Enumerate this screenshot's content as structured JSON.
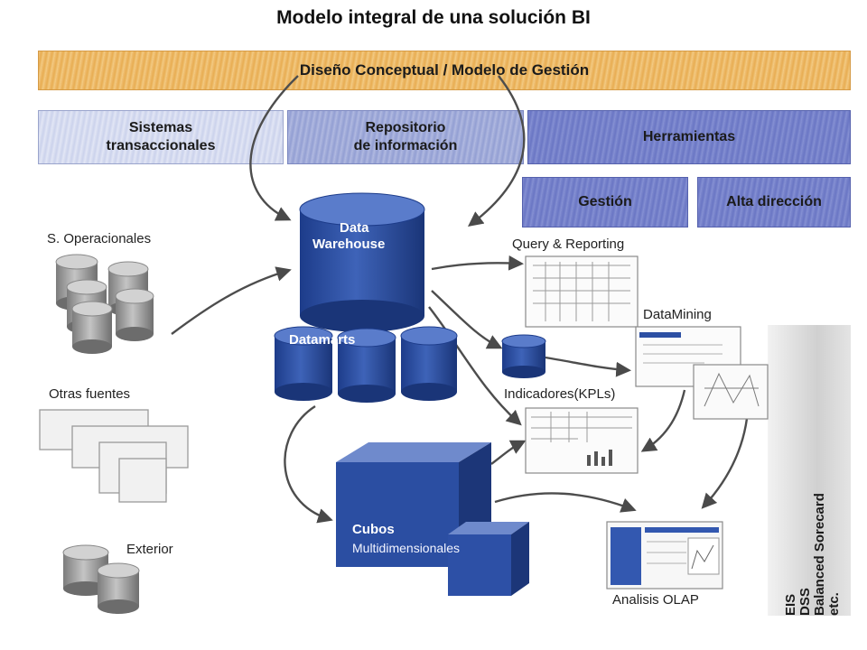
{
  "title": "Modelo integral de una solución BI",
  "bands": {
    "conceptual": "Diseño Conceptual / Modelo de Gestión",
    "sistemas": [
      "Sistemas",
      "transaccionales"
    ],
    "repositorio": [
      "Repositorio",
      "de información"
    ],
    "herramientas": "Herramientas",
    "gestion": "Gestión",
    "alta_direccion": "Alta dirección"
  },
  "sources": {
    "operacionales": "S. Operacionales",
    "otras": "Otras fuentes",
    "exterior": "Exterior"
  },
  "central": {
    "warehouse": [
      "Data",
      "Warehouse"
    ],
    "datamarts": "Datamarts",
    "cubos": "Cubos",
    "multidimensionales": "Multidimensionales"
  },
  "tools": {
    "query": "Query & Reporting",
    "datamining": "DataMining",
    "kpis": "Indicadores(KPLs)",
    "olap": "Analisis OLAP"
  },
  "vertical_labels": [
    "EIS",
    "DSS",
    "Balanced Sorecard",
    "etc."
  ],
  "colors": {
    "cylinder_blue": "#2c4fa3",
    "band_orange": "#e8ad52",
    "band_blue_dark": "#6a76c4"
  }
}
